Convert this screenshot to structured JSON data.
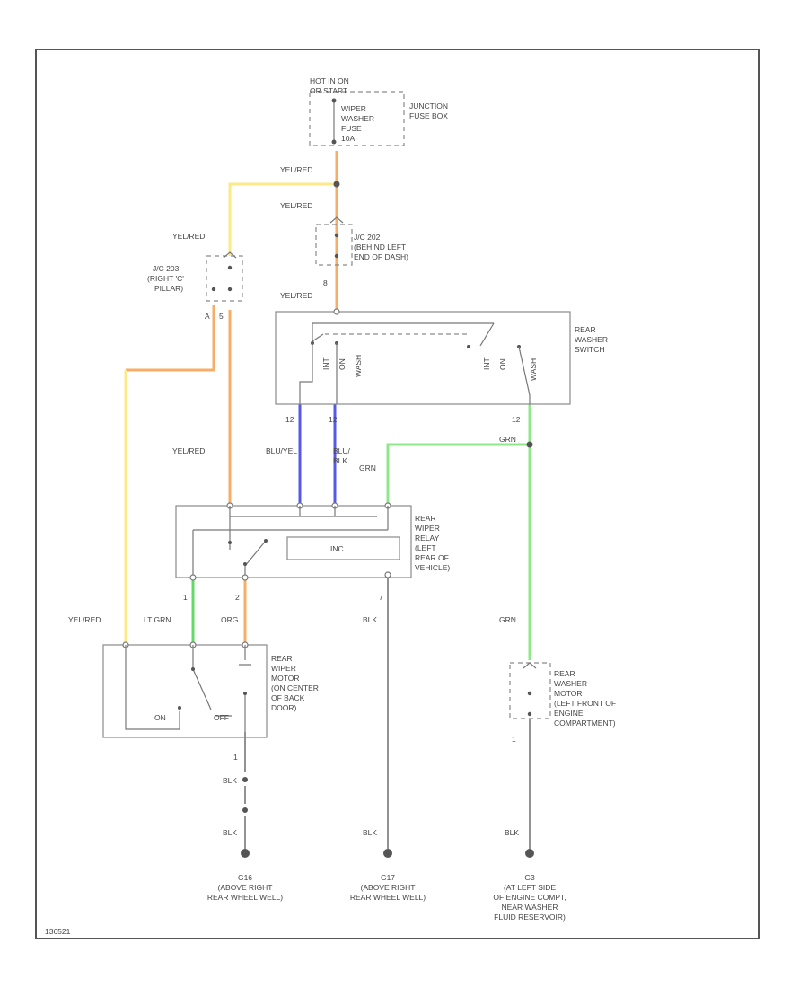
{
  "colors": {
    "yel_red_orange": "#f6ad67",
    "yel_red_yellow": "#fbe98a",
    "blu": "#5558e8",
    "grn": "#8ee88a",
    "lt_grn": "#66d866",
    "org": "#f6ad67"
  },
  "labels": {
    "hot_in_on": "HOT IN ON",
    "or_start": "OR START",
    "wiper_fuse_line1": "WIPER",
    "wiper_fuse_line2": "WASHER",
    "wiper_fuse_line3": "FUSE",
    "wiper_fuse_line4": "10A",
    "junction_line1": "JUNCTION",
    "junction_line2": "FUSE BOX",
    "jc_engine_line1": "J/C 202",
    "jc_engine_line2": "(BEHIND LEFT",
    "jc_engine_line3": "END OF DASH)",
    "jc_pillar_line1": "J/C 203",
    "jc_pillar_line2": "(RIGHT 'C'",
    "jc_pillar_line3": "PILLAR)",
    "rws_line1": "REAR",
    "rws_line2": "WASHER",
    "rws_line3": "SWITCH",
    "sw_int": "INT",
    "sw_on": "ON",
    "sw_wash": "WASH",
    "sw_int2": "INT",
    "sw_on2": "ON",
    "sw_wash2": "WASH",
    "relay_line1": "REAR",
    "relay_line2": "WIPER",
    "relay_line3": "RELAY",
    "relay_line4": "(LEFT",
    "relay_line5": "REAR OF",
    "relay_line6": "VEHICLE)",
    "relay_inner": "INC",
    "motor_line1": "REAR",
    "motor_line2": "WIPER",
    "motor_line3": "MOTOR",
    "motor_line4": "(ON CENTER",
    "motor_line5": "OF BACK",
    "motor_line6": "DOOR)",
    "motor_on": "ON",
    "motor_off": "OFF",
    "wm_line1": "REAR",
    "wm_line2": "WASHER",
    "wm_line3": "MOTOR",
    "wm_line4": "(LEFT FRONT OF",
    "wm_line5": "ENGINE",
    "wm_line6": "COMPARTMENT)",
    "g1_line1": "G16",
    "g1_line2": "(ABOVE RIGHT",
    "g1_line3": "REAR WHEEL WELL)",
    "g2_line1": "G17",
    "g2_line2": "(ABOVE RIGHT",
    "g2_line3": "REAR WHEEL WELL)",
    "g3_line1": "G3",
    "g3_line2": "(AT LEFT SIDE",
    "g3_line3": "OF ENGINE COMPT,",
    "g3_line4": "NEAR WASHER",
    "g3_line5": "FLUID RESERVOIR)",
    "figure_id": "136521",
    "w_yelred_1": "YEL/RED",
    "w_yelred_2": "YEL/RED",
    "w_yelred_3": "YEL/RED",
    "w_yelred_4": "YEL/RED",
    "w_yelred_5": "YEL/RED",
    "w_yelred_6": "YEL/RED",
    "w_blu_yel": "BLU/YEL",
    "w_blu_blk_1": "BLU/",
    "w_blu_blk_2": "BLK",
    "w_grn_1": "GRN",
    "w_grn_2": "GRN",
    "w_grn_3": "GRN",
    "w_lt_grn": "LT GRN",
    "w_org": "ORG",
    "w_blk_1": "BLK",
    "w_blk_2": "BLK",
    "w_blk_3": "BLK",
    "w_blk_4": "BLK",
    "w_blk_5": "BLK",
    "pin_12a": "12",
    "pin_12b": "12",
    "pin_12c": "12",
    "pin_8": "8",
    "pin_a": "A",
    "pin_5": "5",
    "pin_1a": "1",
    "pin_2": "2",
    "pin_7": "7",
    "pin_1b": "1",
    "pin_1c": "1"
  }
}
